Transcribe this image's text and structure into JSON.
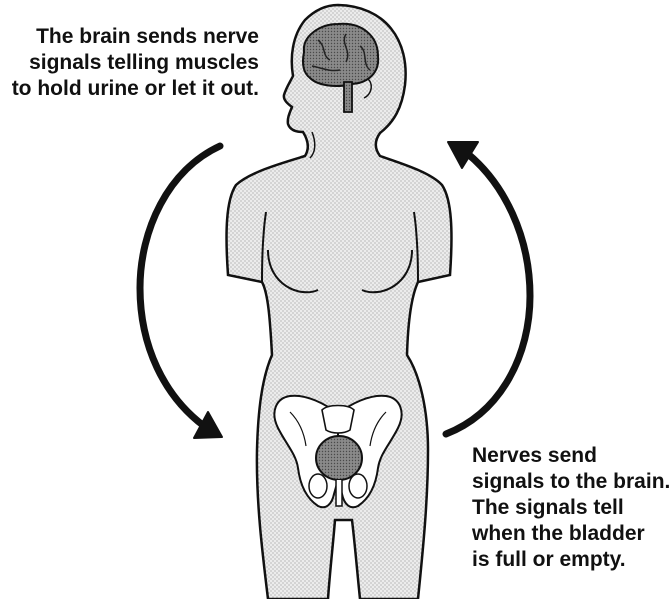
{
  "captions": {
    "brain_to_muscles": [
      "The brain sends nerve",
      "signals telling muscles",
      "to hold urine or let it out."
    ],
    "nerves_to_brain": [
      "Nerves send",
      "signals to the brain.",
      "The signals tell",
      "when the bladder",
      "is full or empty."
    ]
  },
  "colors": {
    "outline": "#111111",
    "body_fill": "#e6e6e6",
    "brain_fill": "#7d7d7d",
    "bladder_fill": "#6a6a6a",
    "pelvis_fill": "#ffffff",
    "arrow": "#111111"
  },
  "icons": {
    "down_arrow": "curved-arrow-down-icon",
    "up_arrow": "curved-arrow-up-icon"
  }
}
